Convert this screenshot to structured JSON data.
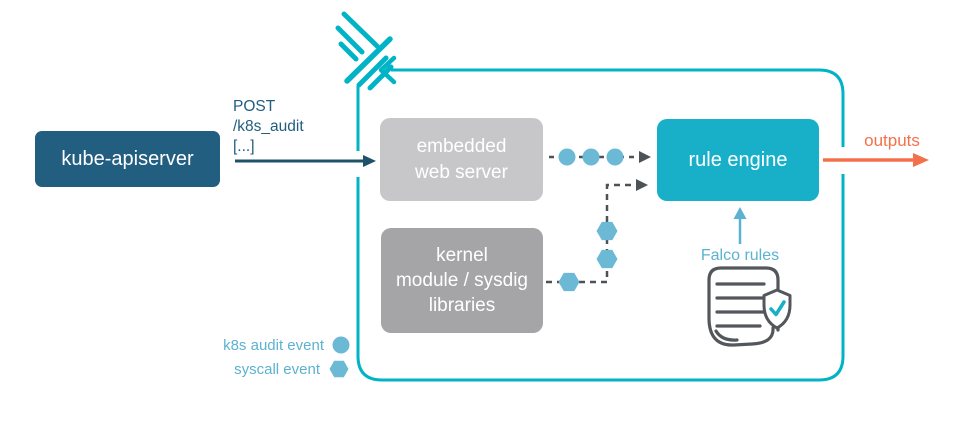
{
  "nodes": {
    "kube_apiserver": "kube-apiserver",
    "web_server_line1": "embedded",
    "web_server_line2": "web server",
    "kernel_line1": "kernel",
    "kernel_line2": "module / sysdig",
    "kernel_line3": "libraries",
    "rule_engine": "rule engine"
  },
  "labels": {
    "post_line1": "POST",
    "post_line2": "/k8s_audit",
    "post_line3": "[...]",
    "outputs": "outputs",
    "falco_rules": "Falco rules"
  },
  "legend": {
    "k8s_audit_event": "k8s audit event",
    "syscall_event": "syscall event"
  },
  "icons": {
    "falco_logo": "falco-bird-logo",
    "rules_document": "rules-document-icon",
    "shield_check": "shield-check-icon",
    "k8s_audit_marker": "circle",
    "syscall_marker": "hexagon"
  },
  "colors": {
    "container_teal": "#00b3c7",
    "rule_engine_teal": "#17b0c8",
    "kube_apiserver_blue": "#215e80",
    "post_arrow_blue": "#1d5269",
    "event_shape_blue": "#6cb9d6",
    "label_blue": "#5cb2d1",
    "outputs_orange": "#f3714a",
    "web_server_gray": "#c7c7ca",
    "kernel_gray": "#a5a5a8",
    "connector_gray": "#4d5256",
    "icon_gray": "#53575c"
  }
}
